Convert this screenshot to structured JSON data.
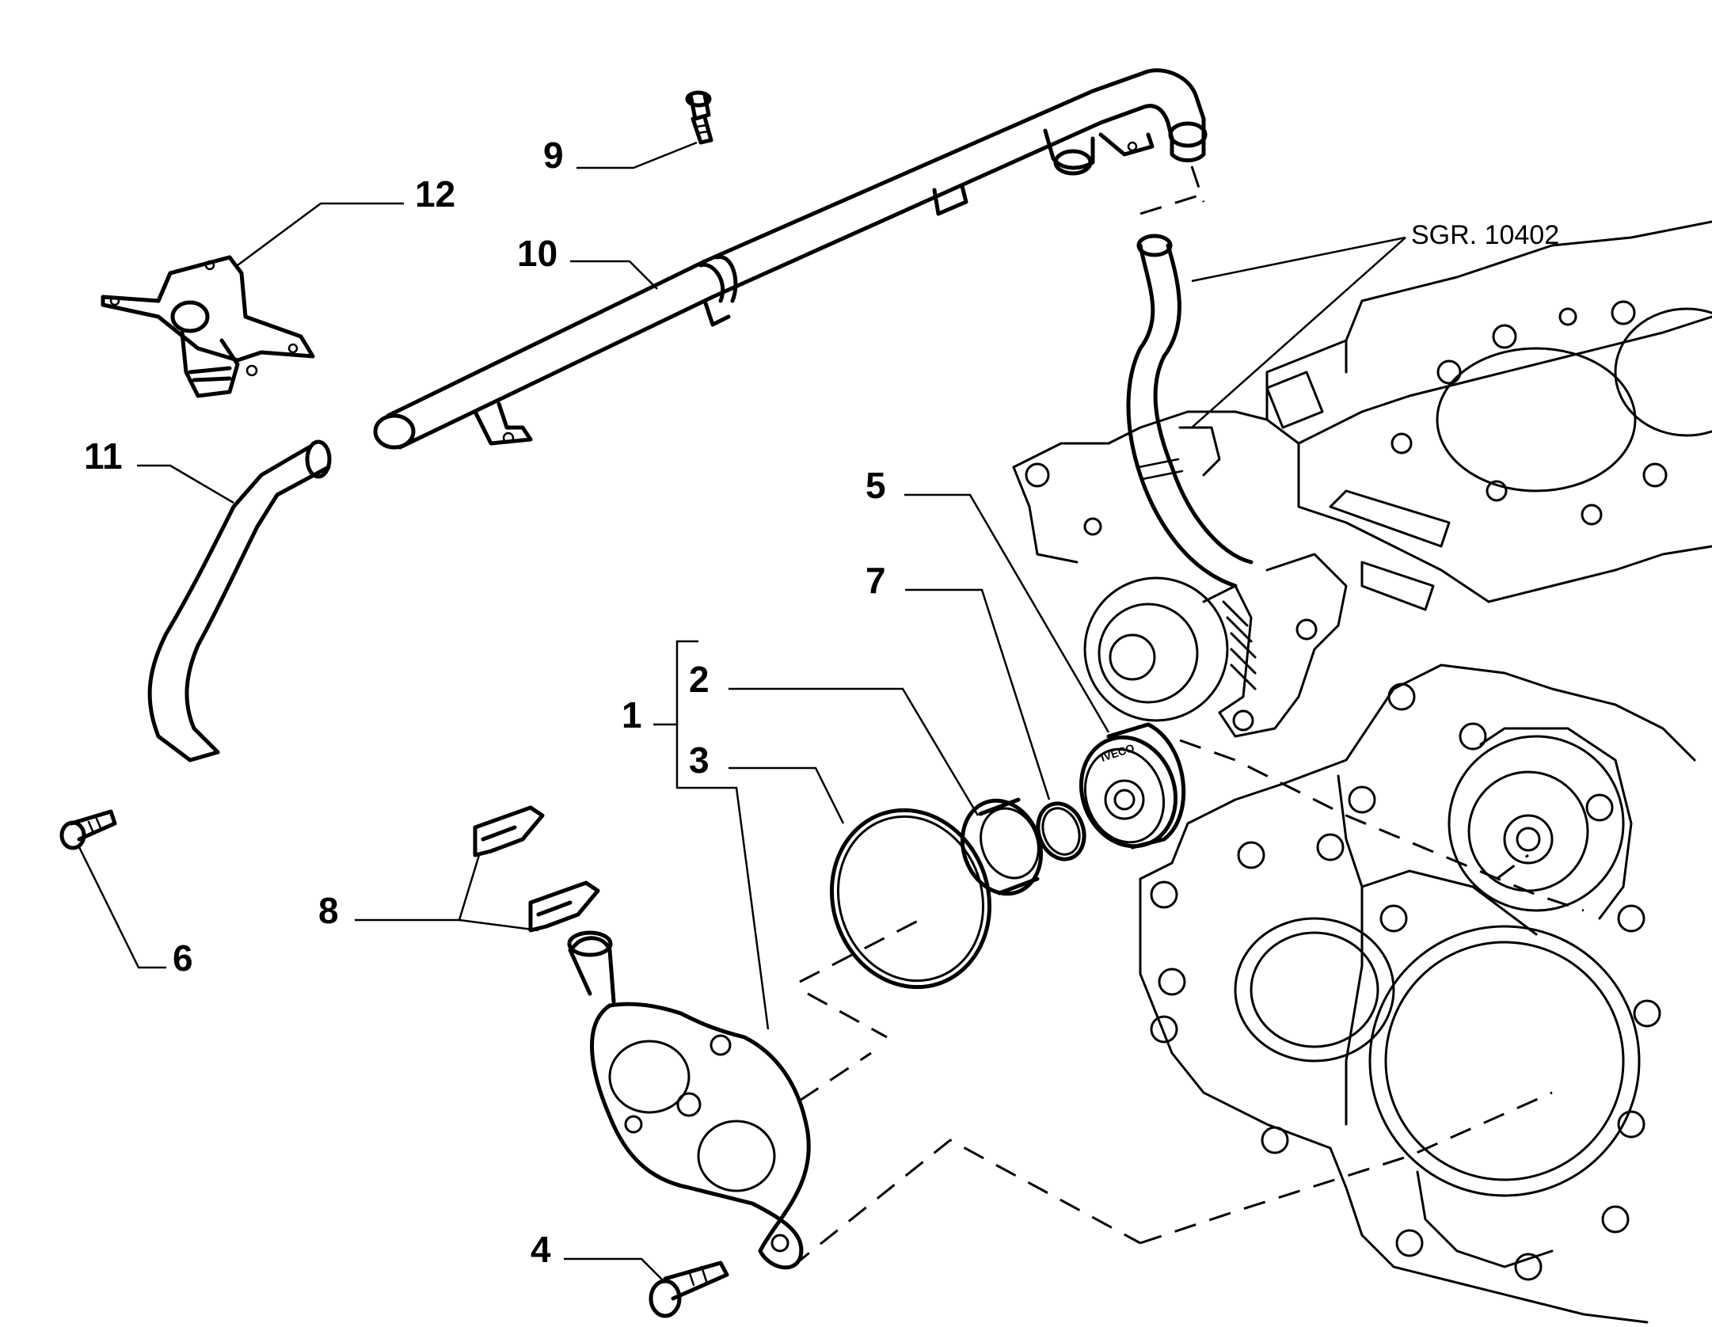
{
  "callouts": {
    "c1": "1",
    "c2": "2",
    "c3": "3",
    "c4": "4",
    "c5": "5",
    "c6": "6",
    "c7": "7",
    "c8": "8",
    "c9": "9",
    "c10": "10",
    "c11": "11",
    "c12": "12"
  },
  "reference": {
    "label": "SGR. 10402"
  },
  "pulley_text": "IVECO"
}
